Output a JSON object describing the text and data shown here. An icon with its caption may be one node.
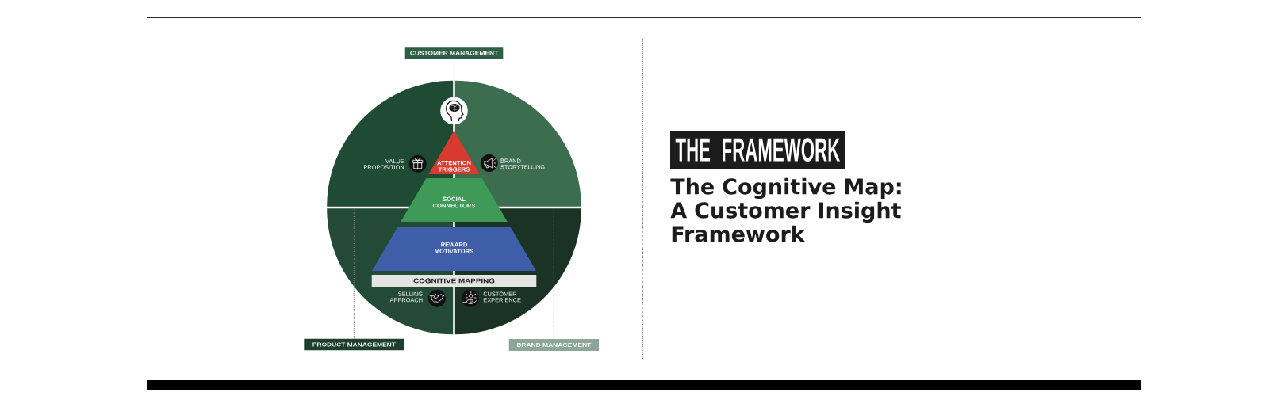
{
  "diagram": {
    "title": "The Cognitive Map: A Customer Insight Framework",
    "nodes": [
      {
        "text": [
          "CUSTOMER MANAGEMENT"
        ]
      },
      {
        "text": [],
        "shape": "picture"
      },
      {
        "text": [
          "VALUE PROPOSITION"
        ]
      },
      {
        "text": [
          "ATTENTION TRIGGERS"
        ]
      },
      {
        "text": [
          "BRAND STORYTELLING"
        ]
      },
      {
        "text": [
          "SOCIAL CONNECTORS"
        ]
      },
      {
        "text": [
          "REWARD MOTIVATORS"
        ]
      },
      {
        "text": [
          "COGNITIVE MAPPING"
        ]
      },
      {
        "text": [
          "SELLING APPROACH"
        ]
      },
      {
        "text": [
          "CUSTOMER EXPERIENCE"
        ]
      },
      {
        "text": [
          "PRODUCT MANAGEMENT"
        ]
      },
      {
        "text": [
          "BRAND MANAGEMENT"
        ]
      },
      {
        "text": [
          "THE FRAMEWORK"
        ]
      }
    ],
    "edges": [
      {
        "from": 0,
        "to": 1,
        "arrow": "none",
        "style": "dashed"
      },
      {
        "from": 10,
        "to": 8,
        "arrow": "none",
        "style": "dashed"
      },
      {
        "from": 11,
        "to": 9,
        "arrow": "none",
        "style": "dashed"
      }
    ]
  }
}
